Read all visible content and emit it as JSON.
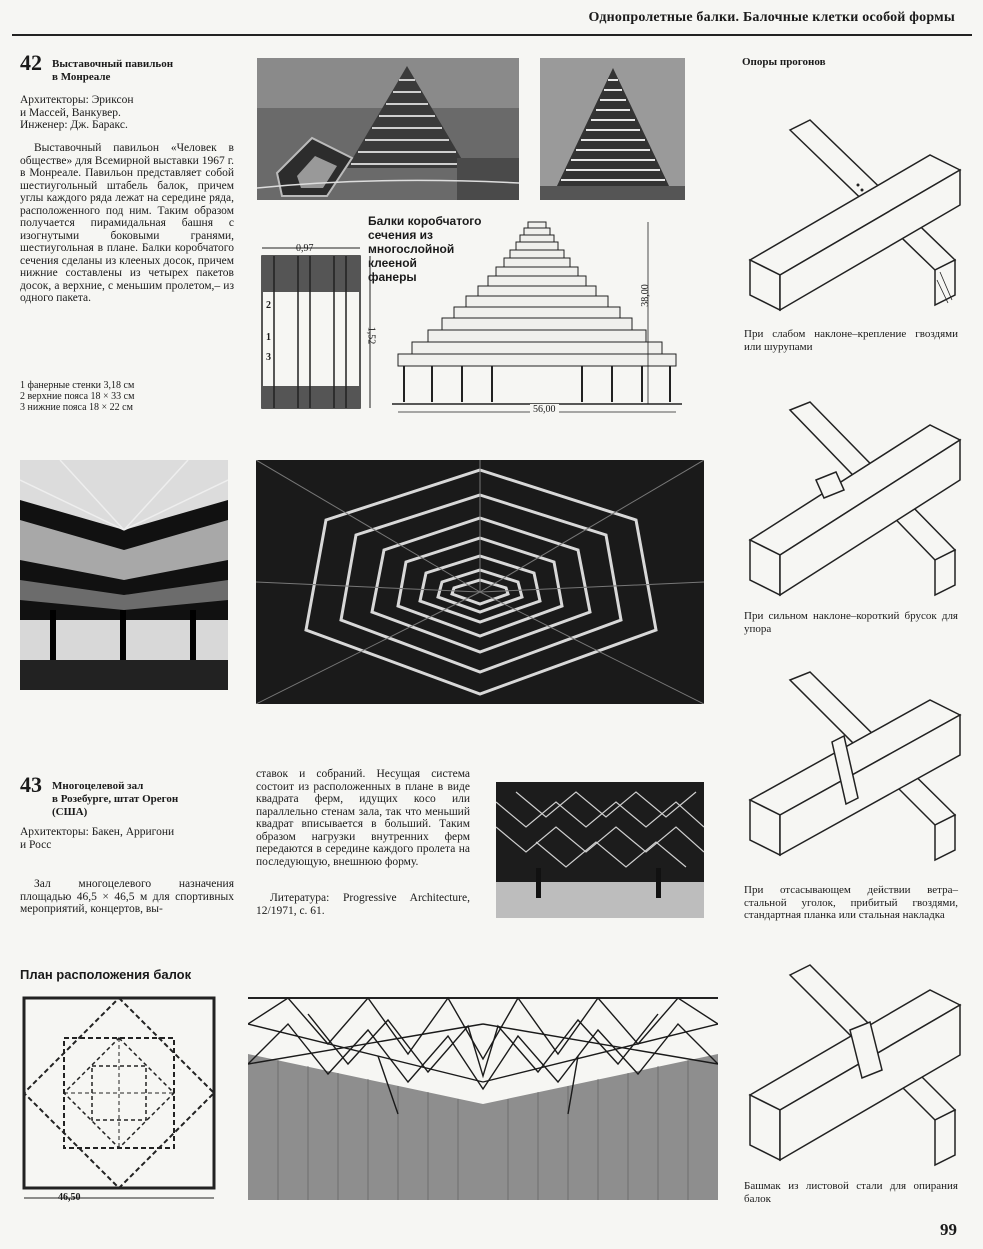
{
  "header": {
    "title": "Однопролетные балки. Балочные клетки особой формы"
  },
  "section42": {
    "number": "42",
    "title_line1": "Выставочный павильон",
    "title_line2": "в Монреале",
    "credits": [
      "Архитекторы: Эриксон",
      "и Массей, Ванкувер.",
      "Инженер: Дж. Баракс."
    ],
    "body": "Выставочный павильон «Человек в обществе» для Всемирной выставки 1967 г. в Монреале. Павильон представляет собой шестиугольный штабель балок, причем углы каждого ряда лежат на середине ряда, расположенного под ним. Таким образом получается пирамидальная башня с изогнутыми боковыми гранями, шестиугольная в плане. Балки коробчатого сечения сделаны из клееных досок, причем нижние составлены из четырех пакетов досок, а верхние, с меньшим пролетом,– из одного пакета.",
    "legend": [
      "1 фанерные стенки 3,18 см",
      "2 верхние пояса 18 × 33 см",
      "3 нижние пояса 18 × 22 см"
    ],
    "drawing_label": [
      "Балки коробчатого",
      "сечения из",
      "многослойной",
      "клееной",
      "фанеры"
    ],
    "dim_width": "0,97",
    "dim_height": "1,52",
    "dim_tower_height": "38,00",
    "dim_tower_width": "56,00",
    "section_markers": [
      "2",
      "1",
      "3"
    ]
  },
  "sidebar": {
    "title": "Опоры прогонов",
    "captions": [
      "При слабом наклоне–крепление гвоздями или шурупами",
      "При сильном наклоне–короткий брусок для упора",
      "При отсасывающем действии ветра–стальной уголок, прибитый гвоздями, стандартная планка или стальная накладка",
      "Башмак из листовой стали для опирания балок"
    ]
  },
  "section43": {
    "number": "43",
    "title_line1": "Многоцелевой зал",
    "title_line2": "в Розебурге, штат Орегон",
    "title_line3": "(США)",
    "credits": [
      "Архитекторы: Бакен, Арригони",
      "и Росс"
    ],
    "body_col1": "Зал многоцелевого назначения площадью 46,5 × 46,5 м для спортивных мероприятий, концертов, вы-",
    "body_col2": "ставок и собраний. Несущая система состоит из расположенных в плане в виде квадрата ферм, идущих косо или параллельно стенам зала, так что меньший квадрат вписывается в больший. Таким образом нагрузки внутренних ферм передаются в середине каждого пролета на последующую, внешнюю форму.",
    "literature": "Литература: Progressive Architecture, 12/1971, с. 61.",
    "plan_title": "План расположения балок",
    "plan_dim": "46,50"
  },
  "page_number": "99"
}
